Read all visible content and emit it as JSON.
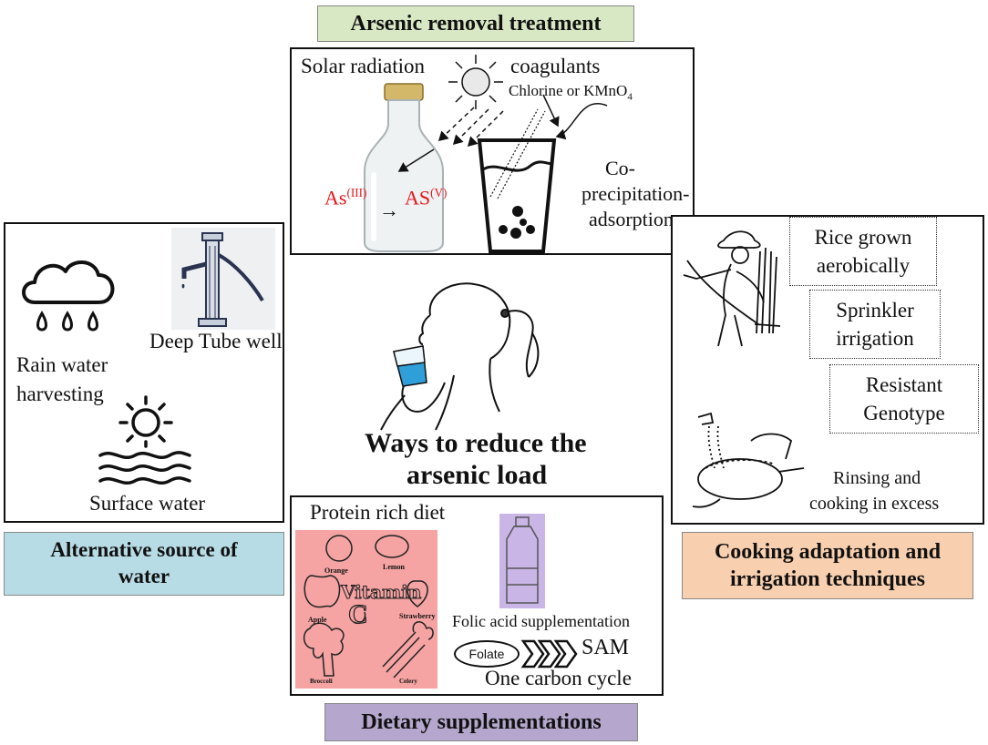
{
  "top": {
    "title": "Arsenic removal treatment",
    "solar": "Solar radiation",
    "coagulants": "coagulants",
    "chlorine_text": "Chlorine or KMnO",
    "chlorine_sub": "4",
    "as3_base": "As",
    "as3_sup": "(III)",
    "as5_base": "AS",
    "as5_sup": "(V)",
    "arrow": "→",
    "coprec_1": "Co-",
    "coprec_2": "precipitation-",
    "coprec_3": "adsorption"
  },
  "left": {
    "title_1": "Alternative source of",
    "title_2": "water",
    "tube": "Deep Tube well",
    "rain_1": "Rain water",
    "rain_2": "harvesting",
    "surface": "Surface water"
  },
  "center": {
    "line1": "Ways to reduce the",
    "line2": "arsenic load"
  },
  "right": {
    "title_1": "Cooking adaptation and",
    "title_2": "irrigation techniques",
    "rice_1": "Rice grown",
    "rice_2": "aerobically",
    "sprinkler_1": "Sprinkler",
    "sprinkler_2": "irrigation",
    "resistant_1": "Resistant",
    "resistant_2": "Genotype",
    "rinse_1": "Rinsing and",
    "rinse_2": "cooking in excess"
  },
  "bottom": {
    "title": "Dietary supplementations",
    "protein": "Protein rich diet",
    "orange": "Orange",
    "lemon": "Lemon",
    "vitamin": "Vitamin",
    "c": "C",
    "apple": "Apple",
    "strawberry": "Strawberry",
    "broccoli": "Broccoli",
    "celery": "Celery",
    "folic": "Folic acid supplementation",
    "folate": "Folate",
    "sam": "SAM",
    "one_carbon": "One carbon cycle"
  },
  "colors": {
    "green_label": "#d8e8c4",
    "blue_label": "#b8dce6",
    "orange_label": "#f8cfaf",
    "purple_label": "#b4a6cc",
    "fruit_bg": "#f5a3a3",
    "bottle_bg": "#c9b6e6",
    "water_blue": "#2e9fd8",
    "arsenic_red": "#e8141b"
  }
}
